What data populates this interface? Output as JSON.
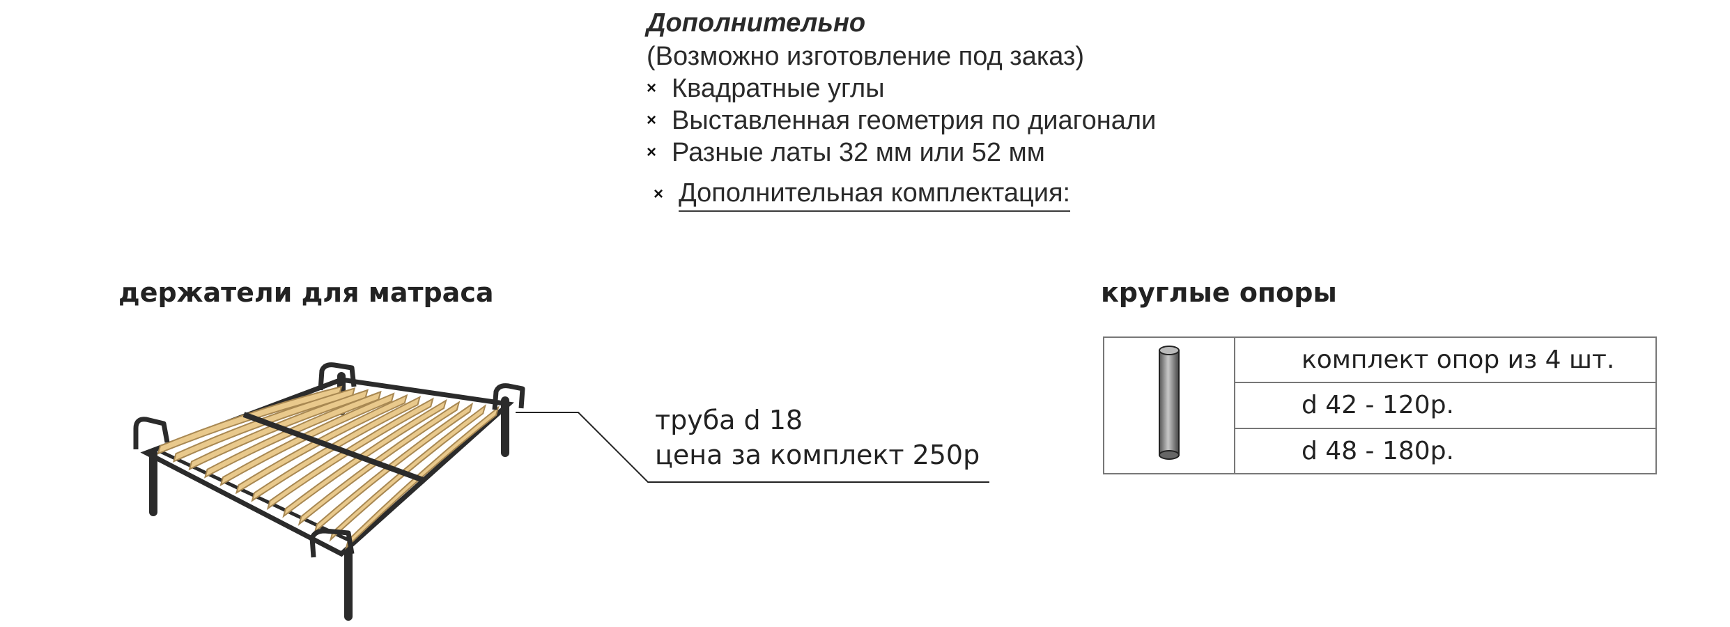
{
  "additional": {
    "title": "Дополнительно",
    "subtitle": "(Возможно изготовление под заказ)",
    "items": [
      "Квадратные углы",
      "Выставленная геометрия по диагонали",
      "Разные латы 32 мм или 52 мм"
    ],
    "extra_item": "Дополнительная комплектация:",
    "bullet_symbol": "×"
  },
  "mattress_holders": {
    "title": "держатели для матраса",
    "spec_line1": "труба d 18",
    "spec_line2": "цена за комплект 250р",
    "image_icon": "bed-frame-with-slats-icon"
  },
  "round_supports": {
    "title": "круглые опоры",
    "rows": [
      "комплект опор из 4 шт.",
      "d 42 - 120р.",
      "d 48 - 180р."
    ],
    "image_icon": "cylinder-leg-icon"
  },
  "colors": {
    "slat": "#e9c98c",
    "frame": "#2b2b2b",
    "table_border": "#777777"
  }
}
